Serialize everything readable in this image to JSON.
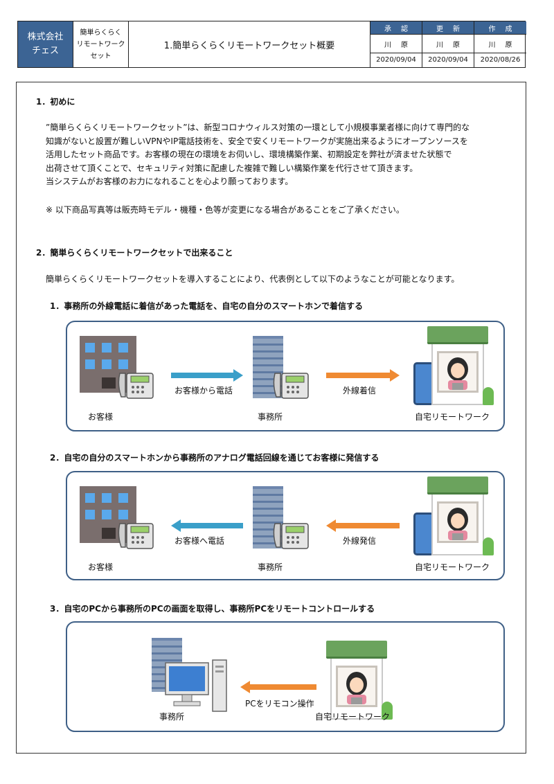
{
  "header": {
    "company_line1": "株式会社",
    "company_line2": "チェス",
    "product_line1": "簡単らくらく",
    "product_line2": "リモートワーク",
    "product_line3": "セット",
    "doc_title": "1.簡単らくらくリモートワークセット概要",
    "columns": [
      {
        "head": "承認",
        "name": "川原",
        "date": "2020/09/04"
      },
      {
        "head": "更新",
        "name": "川原",
        "date": "2020/09/04"
      },
      {
        "head": "作成",
        "name": "川原",
        "date": "2020/08/26"
      }
    ]
  },
  "section1": {
    "heading": "1．初めに",
    "lines": [
      "”簡単らくらくリモートワークセット”は、新型コロナウィルス対策の一環として小規模事業者様に向けて専門的な",
      "知識がないと設置が難しいVPNやIP電話技術を、安全で安くリモートワークが実施出来るようにオープンソースを",
      "活用したセット商品です。お客様の現在の環境をお伺いし、環境構築作業、初期設定を弊社が済ませた状態で",
      "出荷させて頂くことで、セキュリティ対策に配慮した複雑で難しい構築作業を代行させて頂きます。",
      "当システムがお客様のお力になれることを心より願っております。"
    ],
    "note": "※ 以下商品写真等は販売時モデル・機種・色等が変更になる場合があることをご了承ください。"
  },
  "section2": {
    "heading": "2．簡単らくらくリモートワークセットで出来ること",
    "intro": "簡単らくらくリモートワークセットを導入することにより、代表例として以下のようなことが可能となります。",
    "items": [
      {
        "title": "1．事務所の外線電話に着信があった電話を、自宅の自分のスマートホンで着信する",
        "label_left": "お客様",
        "label_mid": "事務所",
        "label_right": "自宅リモートワーク",
        "arrow1": "お客様から電話",
        "arrow2": "外線着信"
      },
      {
        "title": "2．自宅の自分のスマートホンから事務所のアナログ電話回線を通じてお客様に発信する",
        "label_left": "お客様",
        "label_mid": "事務所",
        "label_right": "自宅リモートワーク",
        "arrow1": "お客様へ電話",
        "arrow2": "外線発信"
      },
      {
        "title": "3．自宅のPCから事務所のPCの画面を取得し、事務所PCをリモートコントロールする",
        "label_left": "事務所",
        "label_right": "自宅リモートワーク",
        "arrow1": "PCをリモコン操作"
      }
    ]
  },
  "colors": {
    "header_blue": "#3c6494",
    "panel_border": "#3e5f86",
    "arrow_blue": "#3a9fc9",
    "arrow_orange": "#ef8a32"
  }
}
